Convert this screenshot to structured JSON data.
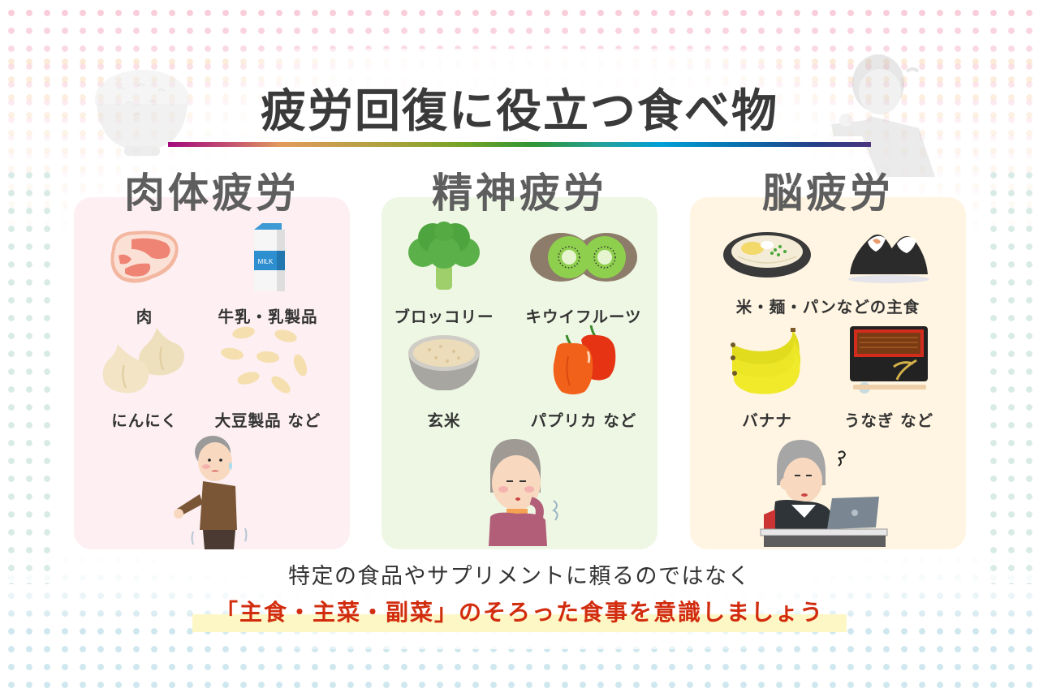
{
  "title": "疲労回復に役立つ食べ物",
  "colors": {
    "title_text": "#3a3a3a",
    "heading_text": "#5e5e5e",
    "panel_physical_bg": "#fdeff2",
    "panel_mental_bg": "#eef7e4",
    "panel_brain_bg": "#fff5e2",
    "emphasis_text": "#d22c0e",
    "highlight_bg": "#fdf7c6",
    "bar_gradient": [
      "#a20a7c",
      "#e39a5c",
      "#73a325",
      "#2f9535",
      "#009fd6",
      "#0a6dad",
      "#4c347f"
    ]
  },
  "sections": [
    {
      "heading": "肉体疲労",
      "foods": [
        {
          "label": "肉",
          "icon": "meat-icon"
        },
        {
          "label": "牛乳・乳製品",
          "icon": "milk-carton-icon",
          "icon_text": "MILK"
        },
        {
          "label": "にんにく",
          "icon": "garlic-icon"
        },
        {
          "label": "大豆製品 など",
          "icon": "soybeans-icon"
        }
      ],
      "illustration": "tired-elderly-man"
    },
    {
      "heading": "精神疲労",
      "foods": [
        {
          "label": "ブロッコリー",
          "icon": "broccoli-icon"
        },
        {
          "label": "キウイフルーツ",
          "icon": "kiwi-icon"
        },
        {
          "label": "玄米",
          "icon": "brown-rice-bowl-icon"
        },
        {
          "label": "パプリカ など",
          "icon": "paprika-icon"
        }
      ],
      "illustration": "sighing-elderly-woman"
    },
    {
      "heading": "脳疲労",
      "foods": [
        {
          "label": "米・麺・パンなどの主食",
          "icon": "udon-bowl-icon"
        },
        {
          "label": "",
          "icon": "onigiri-icon"
        },
        {
          "label": "バナナ",
          "icon": "banana-icon"
        },
        {
          "label": "うなぎ など",
          "icon": "unaju-box-icon"
        }
      ],
      "illustration": "exhausted-woman-at-laptop"
    }
  ],
  "footer": {
    "line1": "特定の食品やサプリメントに頼るのではなく",
    "line2": "「主食・主菜・副菜」のそろった食事を意識しましょう"
  }
}
